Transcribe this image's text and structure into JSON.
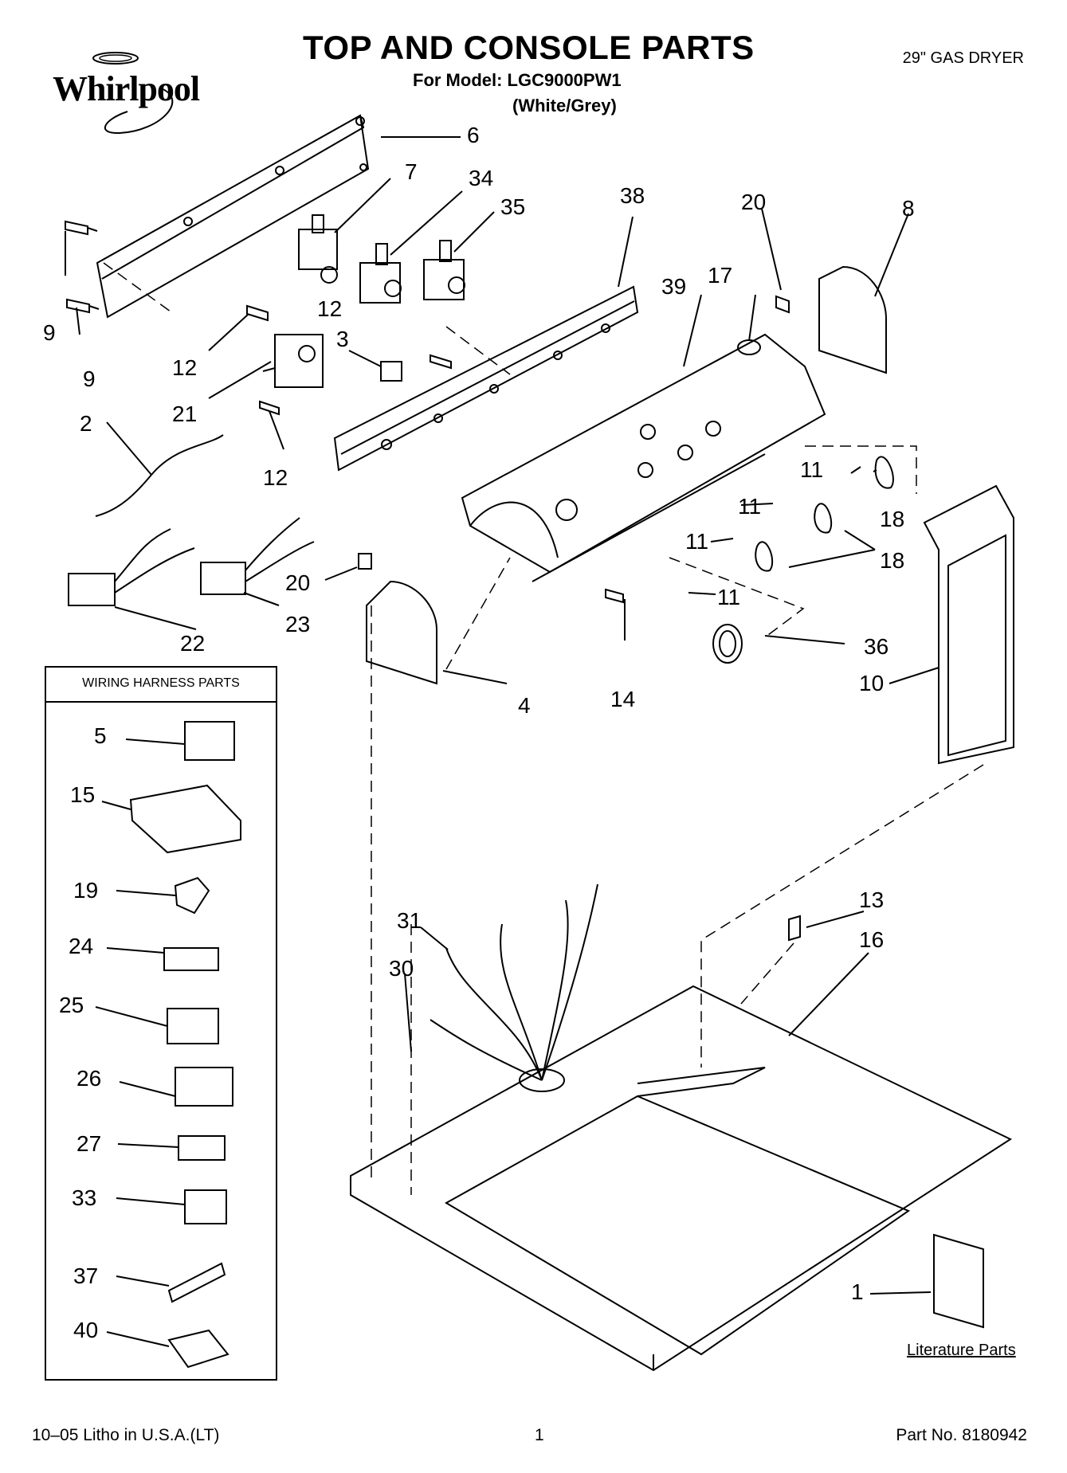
{
  "brand": {
    "name": "Whirlpool"
  },
  "header": {
    "title": "TOP AND CONSOLE PARTS",
    "model": "For Model: LGC9000PW1",
    "color": "(White/Grey)",
    "product": "29\" GAS DRYER"
  },
  "harness": {
    "heading": "WIRING HARNESS PARTS"
  },
  "literature": "Literature Parts",
  "footer": {
    "litho": "10–05 Litho in U.S.A.(LT)",
    "page": "1",
    "part_no": "Part No. 8180942"
  },
  "callouts": [
    "6",
    "7",
    "34",
    "35",
    "38",
    "20",
    "8",
    "9",
    "9",
    "12",
    "12",
    "3",
    "21",
    "12",
    "2",
    "39",
    "17",
    "11",
    "11",
    "11",
    "11",
    "18",
    "18",
    "20",
    "22",
    "23",
    "4",
    "14",
    "36",
    "10",
    "5",
    "15",
    "19",
    "24",
    "25",
    "26",
    "27",
    "33",
    "37",
    "40",
    "31",
    "30",
    "13",
    "16",
    "1"
  ]
}
